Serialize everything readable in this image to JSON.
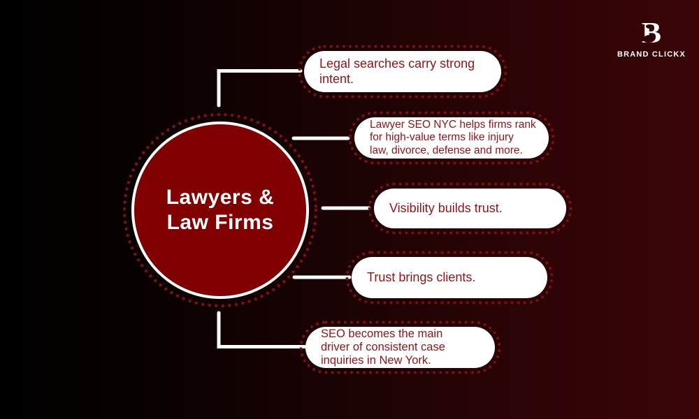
{
  "brand": {
    "logo_letter": "B",
    "name": "BRAND CLICKX"
  },
  "center": {
    "line1": "Lawyers &",
    "line2": "Law Firms"
  },
  "bubbles": [
    {
      "text": "Legal searches carry strong\nintent."
    },
    {
      "text": "Lawyer SEO NYC helps firms rank\nfor high-value terms like injury\nlaw, divorce, defense and more."
    },
    {
      "text": "Visibility builds trust."
    },
    {
      "text": "Trust brings clients."
    },
    {
      "text": "SEO becomes the main\ndriver of consistent case\ninquiries in New York."
    }
  ],
  "colors": {
    "circle_fill": "#800002",
    "dot_red": "#7c1014",
    "pill_text": "#8f1418",
    "white": "#ffffff",
    "bg_left": "#000000",
    "bg_mid": "#1d0304",
    "bg_right": "#3b0508"
  }
}
